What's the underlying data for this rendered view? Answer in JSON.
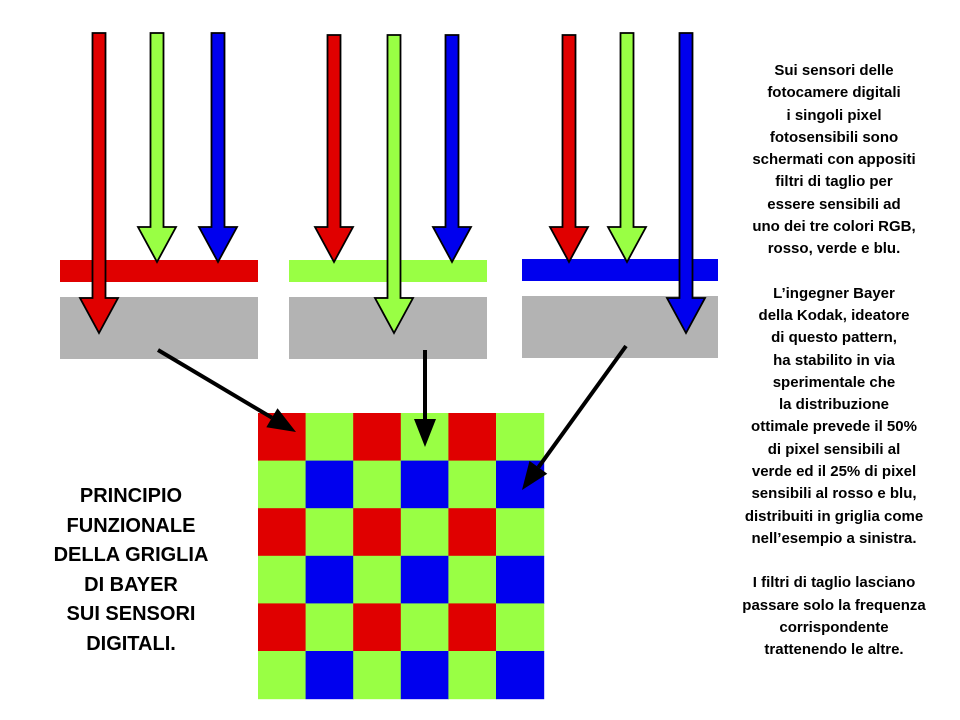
{
  "colors": {
    "red": "#e00000",
    "green": "#99ff44",
    "blue": "#0000ee",
    "sensor": "#b3b3b3",
    "outline": "#000000"
  },
  "title_lines": [
    "PRINCIPIO",
    "FUNZIONALE",
    "DELLA GRIGLIA",
    "DI BAYER",
    "SUI SENSORI",
    "DIGITALI."
  ],
  "paragraphs": [
    [
      "Sui sensori delle",
      "fotocamere digitali",
      "i singoli pixel",
      "fotosensibili sono",
      "schermati con appositi",
      "filtri di taglio per",
      "essere sensibili ad",
      "uno dei tre colori RGB,",
      "rosso, verde e blu."
    ],
    [
      "L’ingegner Bayer",
      "della Kodak, ideatore",
      "di questo pattern,",
      "ha stabilito in via",
      "sperimentale che",
      "la distribuzione",
      "ottimale prevede il 50%",
      "di pixel sensibili al",
      "verde ed il 25% di pixel",
      "sensibili al rosso e blu,",
      "distribuiti in griglia come",
      "nell’esempio a sinistra."
    ],
    [
      "I filtri di taglio lasciano",
      "passare solo la frequenza",
      "corrispondente",
      "trattenendo le altre."
    ]
  ],
  "bayer_grid": [
    [
      "R",
      "G",
      "R",
      "G",
      "R",
      "G"
    ],
    [
      "G",
      "B",
      "G",
      "B",
      "G",
      "B"
    ],
    [
      "R",
      "G",
      "R",
      "G",
      "R",
      "G"
    ],
    [
      "G",
      "B",
      "G",
      "B",
      "G",
      "B"
    ],
    [
      "R",
      "G",
      "R",
      "G",
      "R",
      "G"
    ],
    [
      "G",
      "B",
      "G",
      "B",
      "G",
      "B"
    ]
  ],
  "filter_units": [
    {
      "filter": "red",
      "pass": "red",
      "arrows": [
        "red",
        "green",
        "blue"
      ]
    },
    {
      "filter": "green",
      "pass": "green",
      "arrows": [
        "red",
        "green",
        "blue"
      ]
    },
    {
      "filter": "blue",
      "pass": "blue",
      "arrows": [
        "red",
        "green",
        "blue"
      ]
    }
  ],
  "filter_icons": [
    "light-arrow-icon",
    "pointer-arrow-icon"
  ]
}
